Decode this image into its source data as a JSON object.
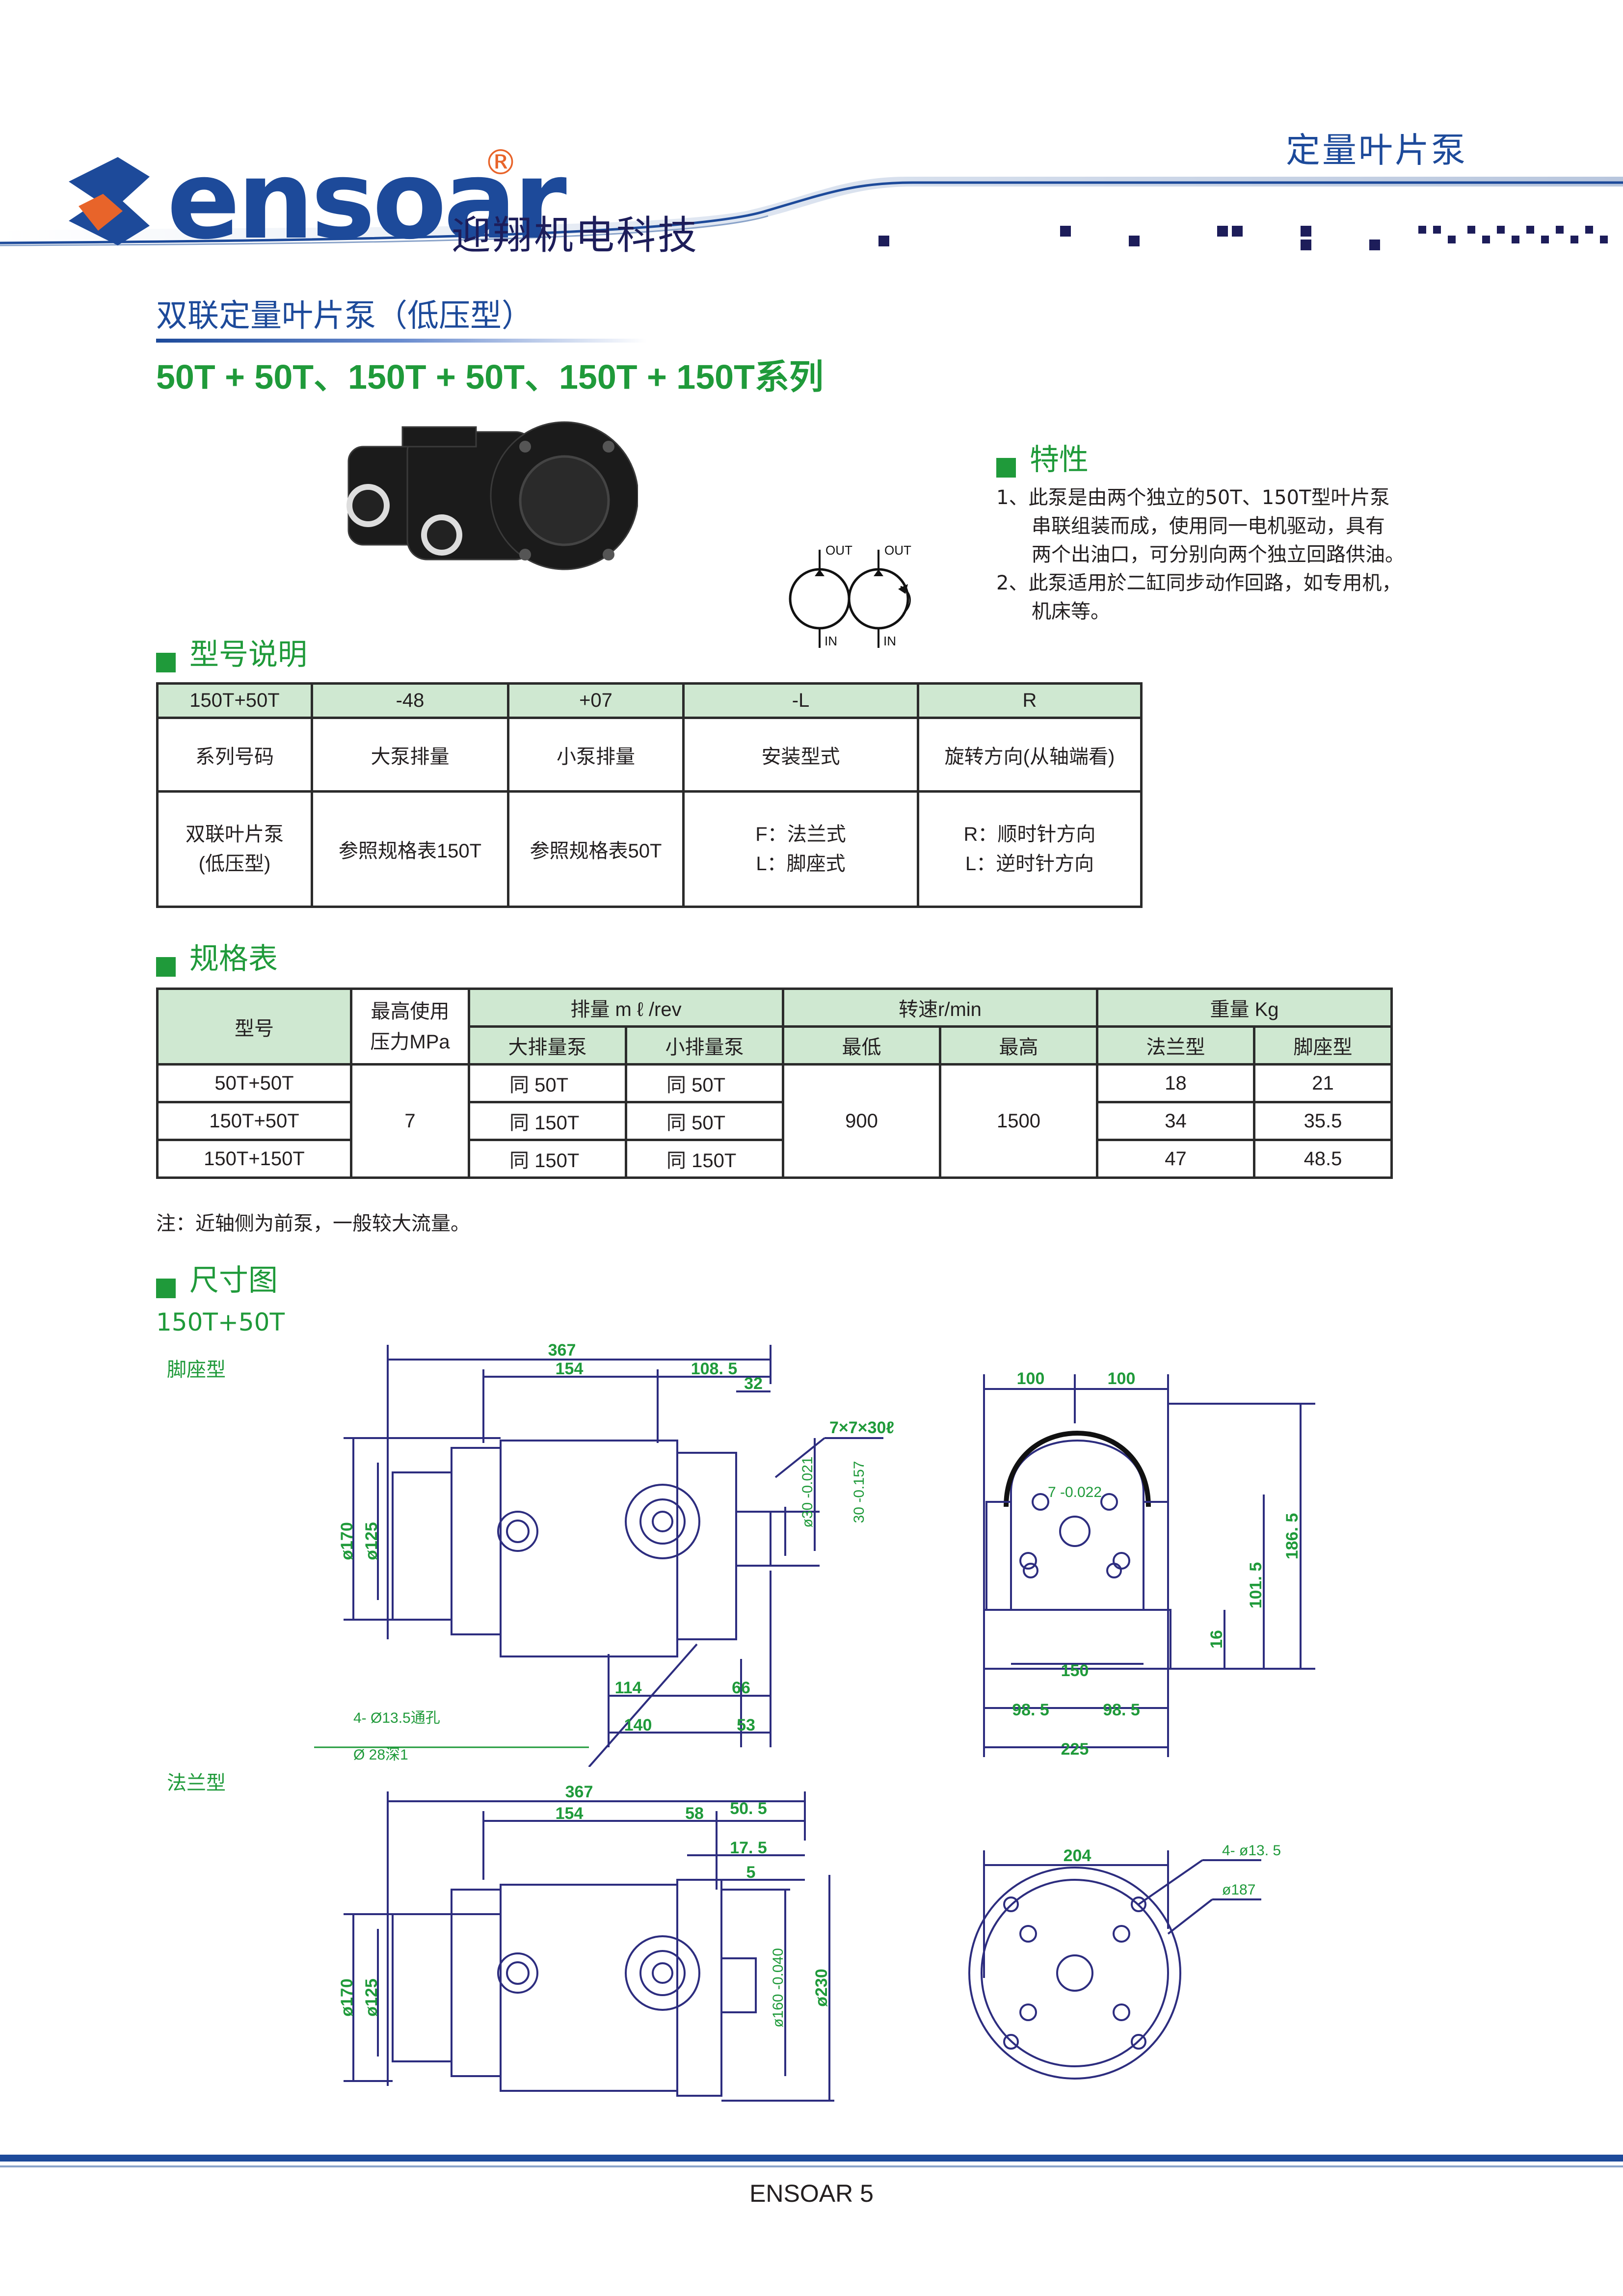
{
  "header": {
    "logo_text": "ensoar",
    "registered_mark": "®",
    "company_cn": "迎翔机电科技",
    "category": "定量叶片泵"
  },
  "title": {
    "main": "双联定量叶片泵（低压型）",
    "series": "50T + 50T、150T + 50T、150T + 150T系列"
  },
  "features": {
    "heading": "特性",
    "items": [
      "1、此泵是由两个独立的50T、150T型叶片泵",
      "串联组装而成，使用同一电机驱动，具有",
      "两个出油口，可分别向两个独立回路供油。",
      "2、此泵适用於二缸同步动作回路，如专用机，",
      "机床等。"
    ],
    "symbol": {
      "out1": "OUT",
      "out2": "OUT",
      "in1": "IN",
      "in2": "IN"
    }
  },
  "model_section": {
    "heading": "型号说明",
    "codes": [
      "150T+50T",
      "-48",
      "+07",
      "-L",
      "R"
    ],
    "labels": [
      "系列号码",
      "大泵排量",
      "小泵排量",
      "安装型式",
      "旋转方向(从轴端看)"
    ],
    "desc": {
      "c1a": "双联叶片泵",
      "c1b": "(低压型)",
      "c2": "参照规格表150T",
      "c3": "参照规格表50T",
      "c4a": "F：法兰式",
      "c4b": "L：脚座式",
      "c5a": "R：顺时针方向",
      "c5b": "L：逆时针方向"
    }
  },
  "spec_section": {
    "heading": "规格表",
    "headers": {
      "model": "型号",
      "pressure_a": "最高使用",
      "pressure_b": "压力MPa",
      "displacement": "排量 m ℓ /rev",
      "large": "大排量泵",
      "small": "小排量泵",
      "speed": "转速r/min",
      "min": "最低",
      "max": "最高",
      "weight": "重量 Kg",
      "flange": "法兰型",
      "foot": "脚座型"
    },
    "rows": [
      {
        "model": "50T+50T",
        "large": "同 50T",
        "small": "同 50T",
        "flange": "18",
        "foot": "21"
      },
      {
        "model": "150T+50T",
        "large": "同 150T",
        "small": "同 50T",
        "flange": "34",
        "foot": "35.5"
      },
      {
        "model": "150T+150T",
        "large": "同 150T",
        "small": "同 150T",
        "flange": "47",
        "foot": "48.5"
      }
    ],
    "pressure": "7",
    "speed_min": "900",
    "speed_max": "1500",
    "note": "注：近轴侧为前泵，一般较大流量。"
  },
  "dimension_section": {
    "heading": "尺寸图",
    "model": "150T+50T",
    "foot_type": "脚座型",
    "flange_type": "法兰型",
    "foot_dims": {
      "d367": "367",
      "d154": "154",
      "d108": "108. 5",
      "d32": "32",
      "key": "7×7×30ℓ",
      "d170": "ø170",
      "d125": "ø125",
      "shaft30": "ø30 -0.021",
      "d30b": "30 -0.157",
      "d114": "114",
      "d66": "66",
      "d140": "140",
      "d53": "53",
      "hole1": "4- Ø13.5通孔",
      "hole2": "Ø 28深1"
    },
    "foot_side": {
      "d100a": "100",
      "d100b": "100",
      "key7": "7 -0.022",
      "d150": "150",
      "d985a": "98. 5",
      "d985b": "98. 5",
      "d225": "225",
      "d16": "16",
      "d1015": "101. 5",
      "d1865": "186. 5"
    },
    "flange_dims": {
      "d367": "367",
      "d154": "154",
      "d58": "58",
      "d505": "50. 5",
      "d175": "17. 5",
      "d5": "5",
      "d170": "ø170",
      "d125": "ø125",
      "d160": "ø160 -0.040",
      "d230": "ø230"
    },
    "flange_side": {
      "d204": "204",
      "holes": "4- ø13. 5",
      "d187": "ø187"
    }
  },
  "footer": {
    "page": "ENSOAR 5"
  },
  "colors": {
    "green": "#1f9a3a",
    "blue": "#1d4a9a",
    "navy": "#2d2d7f",
    "orange": "#e8642a"
  }
}
